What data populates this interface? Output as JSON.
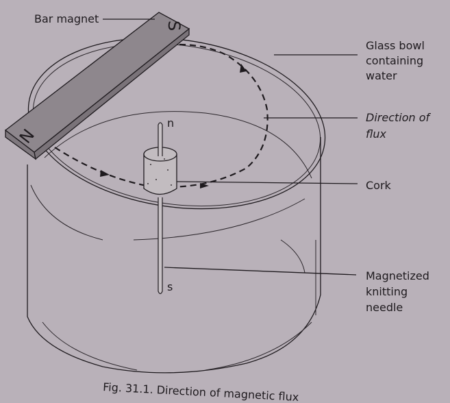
{
  "labels": {
    "bar_magnet": "Bar magnet",
    "glass_bowl": [
      "Glass bowl",
      "containing",
      "water"
    ],
    "direction": [
      "Direction of",
      "flux"
    ],
    "cork": "Cork",
    "needle": [
      "Magnetized",
      "knitting",
      "needle"
    ]
  },
  "poles": {
    "magnet_north": "N",
    "magnet_south": "S",
    "needle_north": "n",
    "needle_south": "s"
  },
  "caption": "Fig. 31.1. Direction of magnetic flux",
  "colors": {
    "background": "#b9b1b9",
    "magnet": "#8e878d",
    "ink": "#1e1a1e"
  }
}
